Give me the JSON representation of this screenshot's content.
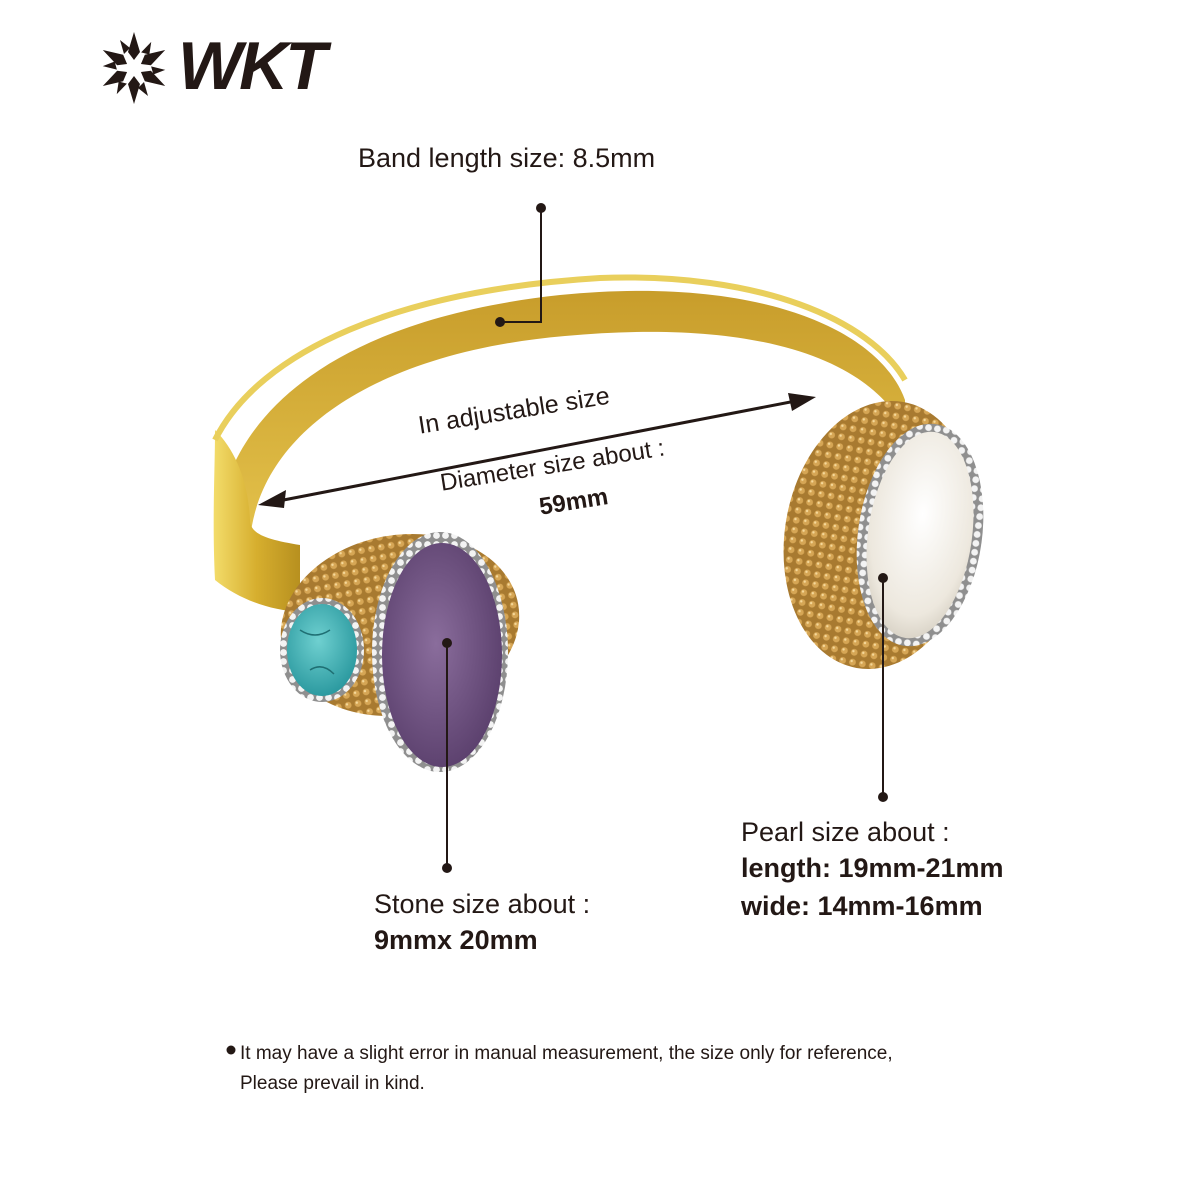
{
  "brand": {
    "name": "WKT",
    "icon": "snowflake-logo-icon"
  },
  "annotations": {
    "band_length": "Band length size: 8.5mm",
    "adjustable": "In adjustable size",
    "diameter_label": "Diameter size about  :",
    "diameter_value": "59mm",
    "stone_label": "Stone size about :",
    "stone_value": "9mmx 20mm",
    "pearl_label": "Pearl size about :",
    "pearl_length": "length: 19mm-21mm",
    "pearl_wide": "wide: 14mm-16mm"
  },
  "note": {
    "line1": "It may have a slight error in manual measurement, the size only for reference,",
    "line2": "Please prevail in kind."
  },
  "colors": {
    "gold": "#d9b43a",
    "amethyst": "#6e5280",
    "turquoise": "#3fb0b4",
    "rhinestone": "#b88a3c",
    "pearl": "#f2efe8",
    "text": "#231815"
  }
}
